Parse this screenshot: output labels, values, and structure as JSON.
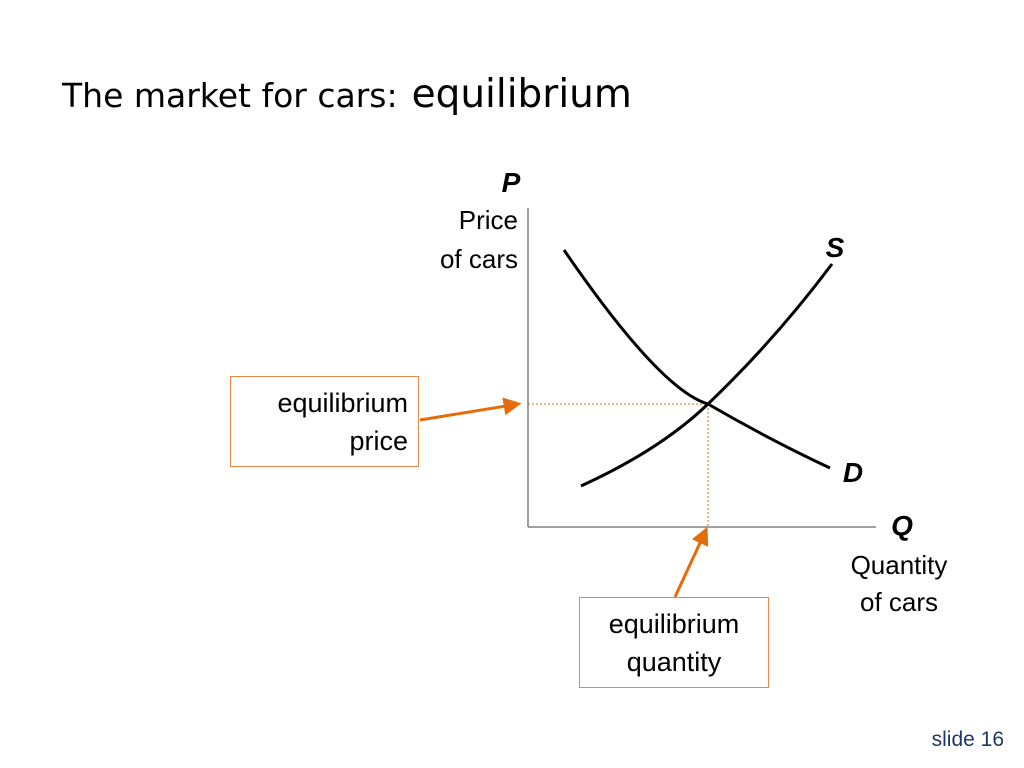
{
  "slide": {
    "title": "The market for cars:",
    "title_accent": "equilibrium",
    "number_label": "slide 16"
  },
  "diagram": {
    "y_axis": {
      "letter": "P",
      "caption_line1": "Price",
      "caption_line2": "of cars"
    },
    "x_axis": {
      "letter": "Q",
      "caption_line1": "Quantity",
      "caption_line2": "of cars"
    },
    "supply_label": "S",
    "demand_label": "D",
    "price_box": {
      "line1": "equilibrium",
      "line2": "price"
    },
    "quantity_box": {
      "line1": "equilibrium",
      "line2": "quantity"
    },
    "colors": {
      "curves": "#000000",
      "axes": "#808080",
      "annotation": "#e46c0a",
      "guide": "#e46c0a",
      "box_border": "#e3894a",
      "slide_number": "#1f3864"
    }
  }
}
